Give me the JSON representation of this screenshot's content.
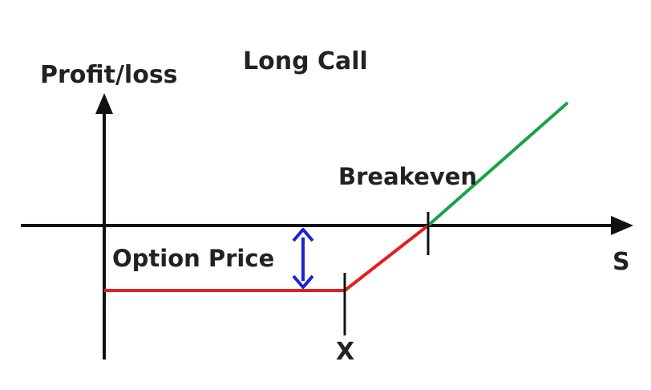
{
  "diagram": {
    "title": "Long Call",
    "y_axis_label": "Profit/loss",
    "x_axis_label": "S",
    "breakeven_label": "Breakeven",
    "option_price_label": "Option Price",
    "strike_label": "X"
  },
  "colors": {
    "axis": "#111111",
    "loss_segment": "#e31e24",
    "profit_segment": "#1aa34a",
    "option_price_arrow": "#1a22d6"
  }
}
